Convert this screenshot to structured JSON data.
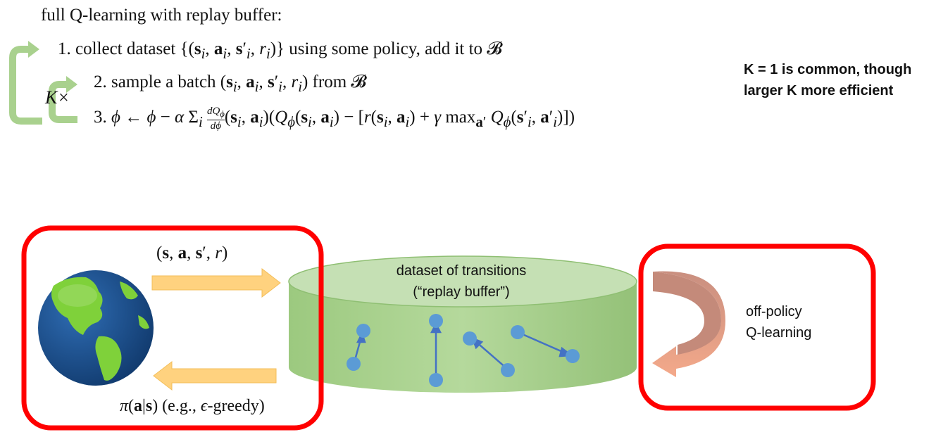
{
  "algorithm": {
    "title": "full Q-learning with replay buffer:",
    "step1": "1. collect dataset {(s_i, a_i, s′_i, r_i)} using some policy, add it to ℬ",
    "step2": "2. sample a batch (s_i, a_i, s′_i, r_i) from ℬ",
    "step3": "3. ϕ ← ϕ − α Σ_i dQ_ϕ/dϕ (s_i, a_i)(Q_ϕ(s_i, a_i) − [r(s_i, a_i) + γ max_a′ Q_ϕ(s′_i, a′_i)])",
    "k_times": "K×"
  },
  "note": "K = 1 is common, though larger K more efficient",
  "diagram": {
    "transition_label": "(s, a, s′, r)",
    "policy_label": "π(a|s) (e.g., ϵ-greedy)",
    "dataset_label_line1": "dataset of transitions",
    "dataset_label_line2": "(“replay buffer”)",
    "offpolicy_line1": "off-policy",
    "offpolicy_line2": "Q-learning"
  },
  "colors": {
    "loop_arrow": "#a9d18e",
    "cylinder": "#a9d18e",
    "highlight_box": "#ff0000",
    "yellow_arrow": "#ffd27f",
    "dot": "#5b9bd5",
    "curved_arrow": "#f4b183"
  }
}
